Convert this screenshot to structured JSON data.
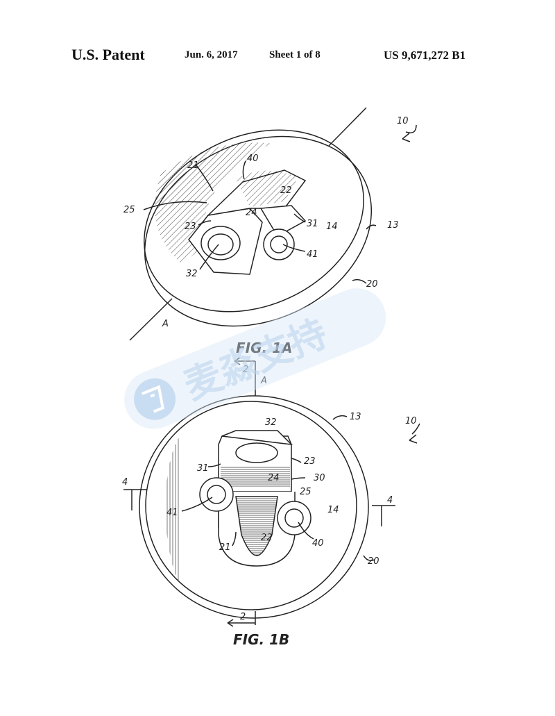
{
  "header": {
    "title": "U.S. Patent",
    "date": "Jun. 6, 2017",
    "sheet": "Sheet 1 of 8",
    "patent_number": "US 9,671,272 B1"
  },
  "figures": {
    "fig1a": {
      "caption": "FIG. 1A",
      "labels": {
        "ref10": "10",
        "ref21": "21",
        "ref40": "40",
        "ref22": "22",
        "ref25": "25",
        "ref24": "24",
        "ref23": "23",
        "ref31": "31",
        "ref14": "14",
        "ref13": "13",
        "ref32": "32",
        "ref41": "41",
        "ref20": "20",
        "axisA": "A"
      }
    },
    "fig1b": {
      "caption": "FIG. 1B",
      "labels": {
        "ref10": "10",
        "ref13": "13",
        "ref32": "32",
        "ref23": "23",
        "ref31": "31",
        "ref24": "24",
        "ref30": "30",
        "ref25": "25",
        "ref41": "41",
        "ref14": "14",
        "ref21": "21",
        "ref22": "22",
        "ref40": "40",
        "ref20": "20",
        "sec4left": "4",
        "sec4right": "4",
        "sec2top": "2",
        "axisA": "A",
        "sec2bottom": "2"
      }
    }
  },
  "watermark": {
    "text": "麦淼支持",
    "color": "#b9d3ee"
  }
}
